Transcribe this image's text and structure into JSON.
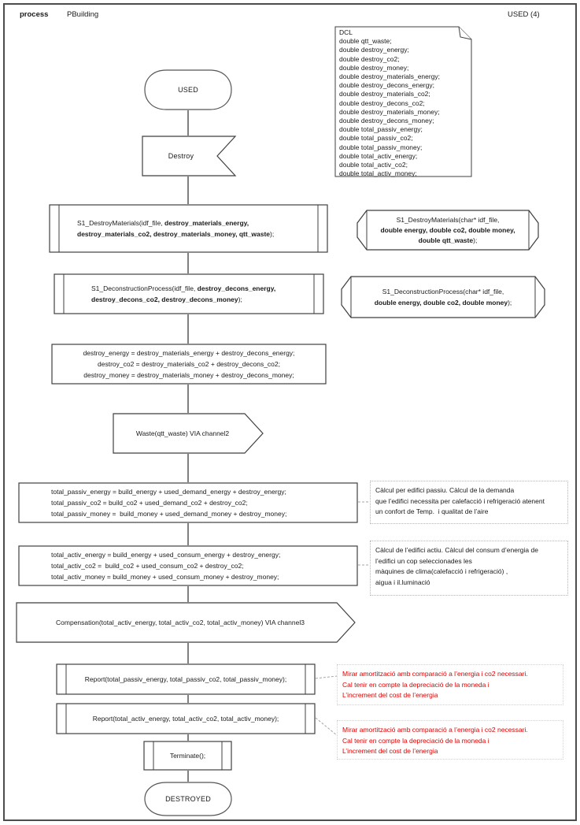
{
  "header": {
    "kind": "process",
    "name": "PBuilding",
    "page": "USED (4)"
  },
  "dcl": {
    "lines": [
      "DCL",
      "double qtt_waste;",
      "double destroy_energy;",
      "double destroy_co2;",
      "double destroy_money;",
      "double destroy_materials_energy;",
      "double destroy_decons_energy;",
      "double destroy_materials_co2;",
      "double destroy_decons_co2;",
      "double destroy_materials_money;",
      "double destroy_decons_money;",
      "double total_passiv_energy;",
      "double total_passiv_co2;",
      "double total_passiv_money;",
      "double total_activ_energy;",
      "double total_activ_co2;",
      "double total_activ_money;"
    ]
  },
  "flow": {
    "used": "USED",
    "destroy": "Destroy",
    "call_destroy_materials": {
      "n1": "S1_DestroyMaterials(idf_file, ",
      "b1": "destroy_materials_energy,",
      "b2": "destroy_materials_co2, destroy_materials_money, qtt_waste",
      "n2": ");"
    },
    "decl_destroy_materials": {
      "l1": "S1_DestroyMaterials(char* idf_file,",
      "l2": "double energy, double co2, double money,",
      "l3b": "double qtt_waste",
      "l3n": ");"
    },
    "call_deconstruction": {
      "n1": "S1_DeconstructionProcess(idf_file, ",
      "b1": "destroy_decons_energy,",
      "b2": "destroy_decons_co2, destroy_decons_money",
      "n2": ");"
    },
    "decl_deconstruction": {
      "l1": "S1_DeconstructionProcess(char* idf_file,",
      "l2b": "double energy, double co2, double money",
      "l2n": ");"
    },
    "assign_destroy": {
      "lines": [
        "destroy_energy = destroy_materials_energy + destroy_decons_energy;",
        "destroy_co2 = destroy_materials_co2 + destroy_decons_co2;",
        "destroy_money = destroy_materials_money + destroy_decons_money;"
      ]
    },
    "waste": "Waste(qtt_waste) VIA channel2",
    "assign_passiv": {
      "lines": [
        "total_passiv_energy = build_energy + used_demand_energy + destroy_energy;",
        "total_passiv_co2 = build_co2 + used_demand_co2 + destroy_co2;",
        "total_passiv_money =  build_money + used_demand_money + destroy_money;"
      ]
    },
    "assign_activ": {
      "lines": [
        "total_activ_energy = build_energy + used_consum_energy + destroy_energy;",
        "total_activ_co2 =  build_co2 + used_consum_co2 + destroy_co2;",
        "total_activ_money = build_money + used_consum_money + destroy_money;"
      ]
    },
    "compensation": "Compensation(total_activ_energy, total_activ_co2, total_activ_money) VIA channel3",
    "report_passiv": "Report(total_passiv_energy, total_passiv_co2, total_passiv_money);",
    "report_activ": "Report(total_activ_energy, total_activ_co2, total_activ_money);",
    "terminate": "Terminate();",
    "destroyed": "DESTROYED"
  },
  "comments": {
    "passiv": {
      "lines": [
        "Càlcul per edifici passiu. Càlcul de la demanda",
        "que l’edifici necessita per calefacció i refrigeració atenent",
        "un confort de Temp.  i qualitat de l’aire"
      ]
    },
    "activ": {
      "lines": [
        "Càlcul de l’edifici actiu. Càlcul del consum d’energia de",
        "l’edifici un cop seleccionades les",
        "màquines de clima(calefacció i refrigeració) ,",
        "aigua i il.luminació"
      ]
    },
    "amort1": {
      "lines": [
        "Mirar amortització amb comparació a l’energia i co2 necessari.",
        "Cal tenir en compte la depreciació de la moneda i",
        "L’increment del cost de l’energia"
      ]
    },
    "amort2": {
      "lines": [
        "Mirar amortització amb comparació a l’energia i co2 necessari.",
        "Cal tenir en compte la depreciació de la moneda i",
        "L’increment del cost de l’energia"
      ]
    }
  },
  "colors": {
    "warning_text": "#e00000",
    "node_stroke": "#3f3f3f",
    "comment_border": "#b5b5b5",
    "frame_border": "#4d4d4d"
  }
}
